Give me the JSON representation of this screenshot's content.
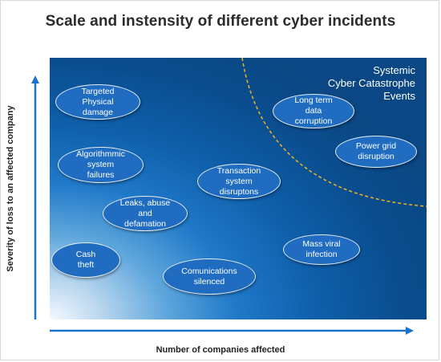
{
  "title": "Scale and instensity of different cyber incidents",
  "x_axis_label": "Number of companies affected",
  "y_axis_label": "Severity of loss to an affected company",
  "zone_label": "Systemic\nCyber Catastrophe\nEvents",
  "incidents": {
    "targeted_physical_damage": "Targeted\nPhysical\ndamage",
    "algorithmic_system_failures": "Algorithmmic\nsystem\nfailures",
    "leaks_abuse_defamation": "Leaks, abuse\nand\ndefamation",
    "cash_theft": "Cash\ntheft",
    "communications_silenced": "Comunications\nsilenced",
    "transaction_system_disruptions": "Transaction\nsystem\ndisruptons",
    "long_term_data_corruption": "Long term\ndata\ncorruption",
    "power_grid_disruption": "Power grid\ndisruption",
    "mass_viral_infection": "Mass viral\ninfection"
  },
  "colors": {
    "ellipse_fill": "#1f6cc0",
    "axis_arrow": "#1a73c9",
    "zone_boundary": "#f0b323",
    "plot_dark": "#0a4784",
    "plot_light": "#f4f9ff"
  }
}
